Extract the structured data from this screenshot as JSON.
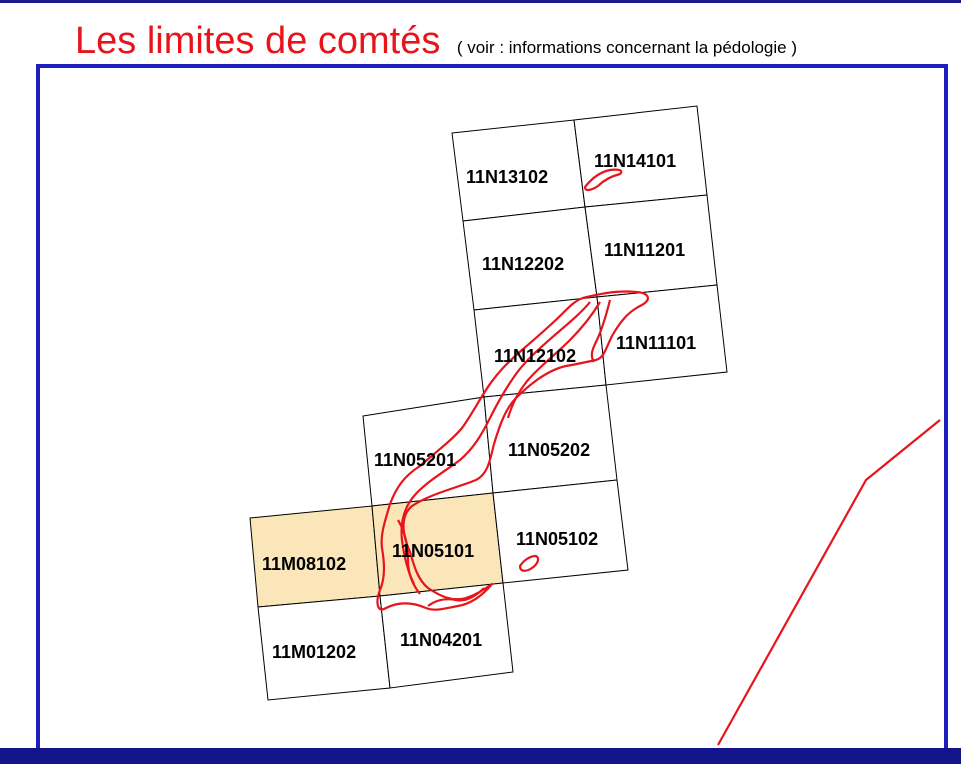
{
  "header": {
    "title": "Les limites de comtés",
    "subtitle": "( voir : informations concernant la pédologie )"
  },
  "map": {
    "colors": {
      "frame": "#1e1ebe",
      "boundary": "#e8141c",
      "highlight": "#fae6b9",
      "tile_stroke": "#000000"
    },
    "tiles": [
      {
        "id": "11N13102",
        "highlighted": false
      },
      {
        "id": "11N14101",
        "highlighted": false
      },
      {
        "id": "11N12202",
        "highlighted": false
      },
      {
        "id": "11N11201",
        "highlighted": false
      },
      {
        "id": "11N12102",
        "highlighted": false
      },
      {
        "id": "11N11101",
        "highlighted": false
      },
      {
        "id": "11N05201",
        "highlighted": false
      },
      {
        "id": "11N05202",
        "highlighted": false
      },
      {
        "id": "11M08102",
        "highlighted": true
      },
      {
        "id": "11N05101",
        "highlighted": true
      },
      {
        "id": "11N05102",
        "highlighted": false
      },
      {
        "id": "11M01202",
        "highlighted": false
      },
      {
        "id": "11N04201",
        "highlighted": false
      }
    ]
  }
}
